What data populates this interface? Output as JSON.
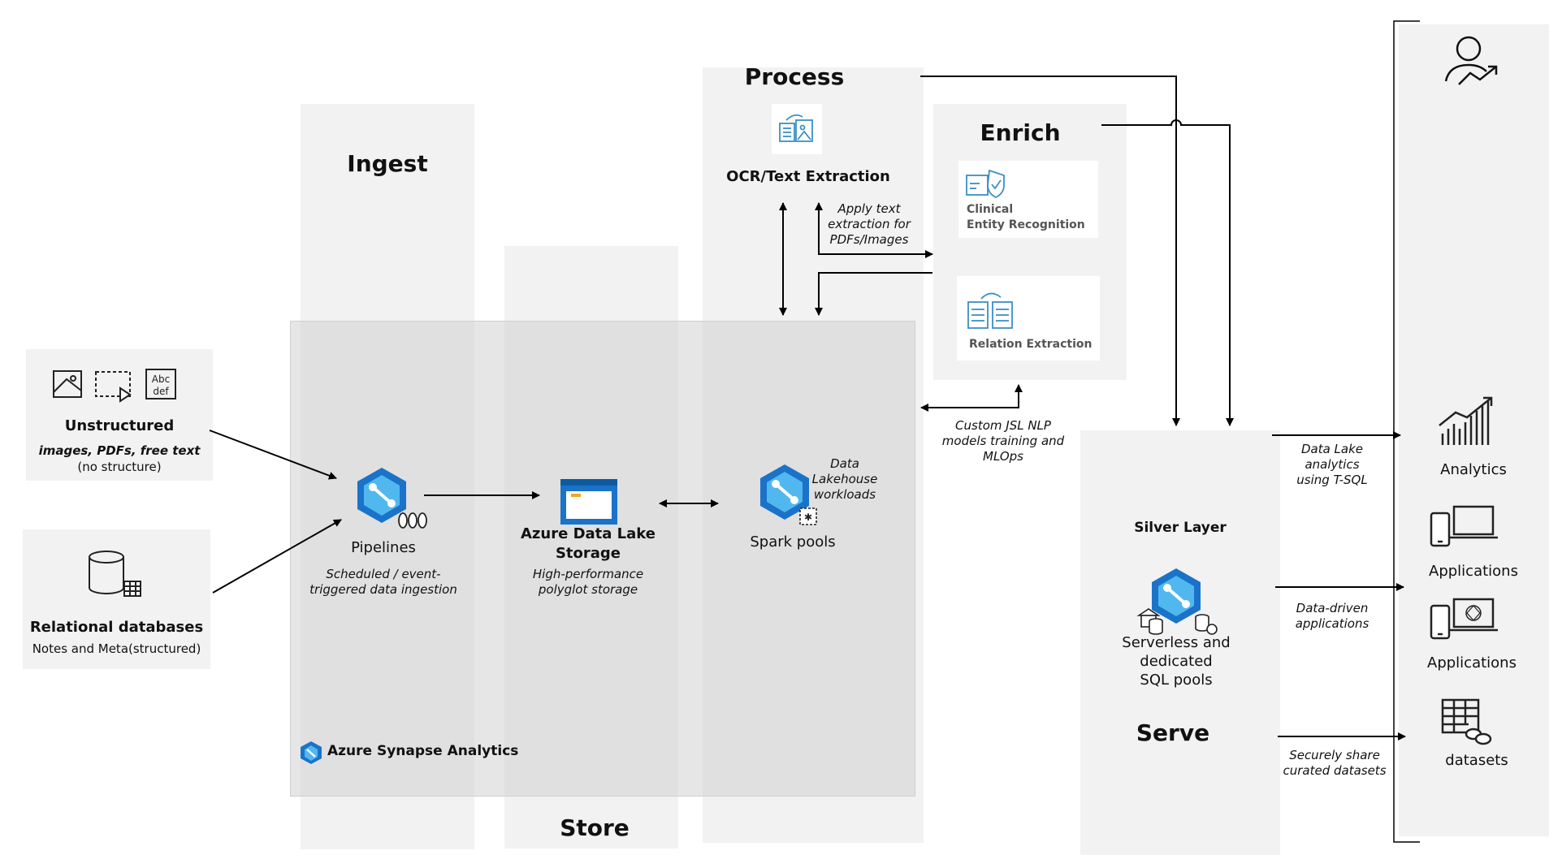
{
  "stages": {
    "ingest": "Ingest",
    "store": "Store",
    "process": "Process",
    "enrich": "Enrich",
    "serve": "Serve"
  },
  "sources": {
    "unstructured": {
      "title": "Unstructured",
      "subtitle": "images, PDFs, free text",
      "note": "(no structure)",
      "icons": [
        "image-icon",
        "video-icon",
        "text-abc-icon"
      ]
    },
    "relational": {
      "title": "Relational databases",
      "note": "Notes and Meta(structured)",
      "icons": [
        "database-icon"
      ]
    }
  },
  "synapse": {
    "label": "Azure Synapse Analytics"
  },
  "pipelines": {
    "title": "Pipelines",
    "desc_line1": "Scheduled / event-",
    "desc_line2": "triggered data ingestion"
  },
  "storage": {
    "title_line1": "Azure Data Lake",
    "title_line2": "Storage",
    "desc_line1": "High-performance",
    "desc_line2": "polyglot storage"
  },
  "spark": {
    "title": "Spark pools",
    "note_line1": "Data",
    "note_line2": "Lakehouse",
    "note_line3": "workloads"
  },
  "ocr": {
    "title": "OCR/Text Extraction",
    "note_line1": "Apply text",
    "note_line2": "extraction for",
    "note_line3": "PDFs/Images"
  },
  "enrich_cards": {
    "clinical_line1": "Clinical",
    "clinical_line2": "Entity Recognition",
    "relation": "Relation Extraction"
  },
  "nlp_note": {
    "line1": "Custom JSL NLP",
    "line2": "models training and",
    "line3": "MLOps"
  },
  "silver": {
    "title": "Silver Layer",
    "desc_line1": "Serverless and",
    "desc_line2": "dedicated",
    "desc_line3": "SQL pools"
  },
  "outputs": {
    "analytics_note": [
      "Data Lake",
      "analytics",
      "using T-SQL"
    ],
    "apps_note": [
      "Data-driven",
      "applications"
    ],
    "share_note": [
      "Securely share",
      "curated datasets"
    ],
    "analytics": "Analytics",
    "applications1": "Applications",
    "applications2": "Applications",
    "datasets": "datasets"
  },
  "colors": {
    "panel": "#f2f2f2",
    "synapse_box": "#d6d6d6",
    "azure_blue": "#1a73c8",
    "azure_light": "#50b8ef",
    "icon_blue": "#3a8fc4",
    "arrow": "#000000"
  }
}
